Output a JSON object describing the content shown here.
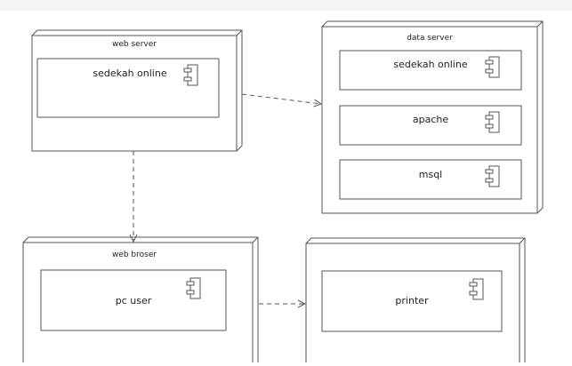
{
  "diagram": {
    "nodes": [
      {
        "id": "web-server",
        "title": "web server",
        "components": [
          "sedekah online"
        ]
      },
      {
        "id": "data-server",
        "title": "data server",
        "components": [
          "sedekah online",
          "apache",
          "msql"
        ]
      },
      {
        "id": "web-broser",
        "title": "web broser",
        "components": [
          "pc user"
        ]
      },
      {
        "id": "printer-node",
        "title": "",
        "components": [
          "printer"
        ]
      }
    ],
    "connections": [
      {
        "from": "web-server",
        "to": "data-server",
        "style": "dashed"
      },
      {
        "from": "web-server",
        "to": "web-broser",
        "style": "dashed"
      },
      {
        "from": "web-broser",
        "to": "printer-node",
        "style": "dashed"
      }
    ]
  },
  "colors": {
    "line": "#555555",
    "top_bar": "#f2f2f2",
    "background": "#ffffff"
  }
}
